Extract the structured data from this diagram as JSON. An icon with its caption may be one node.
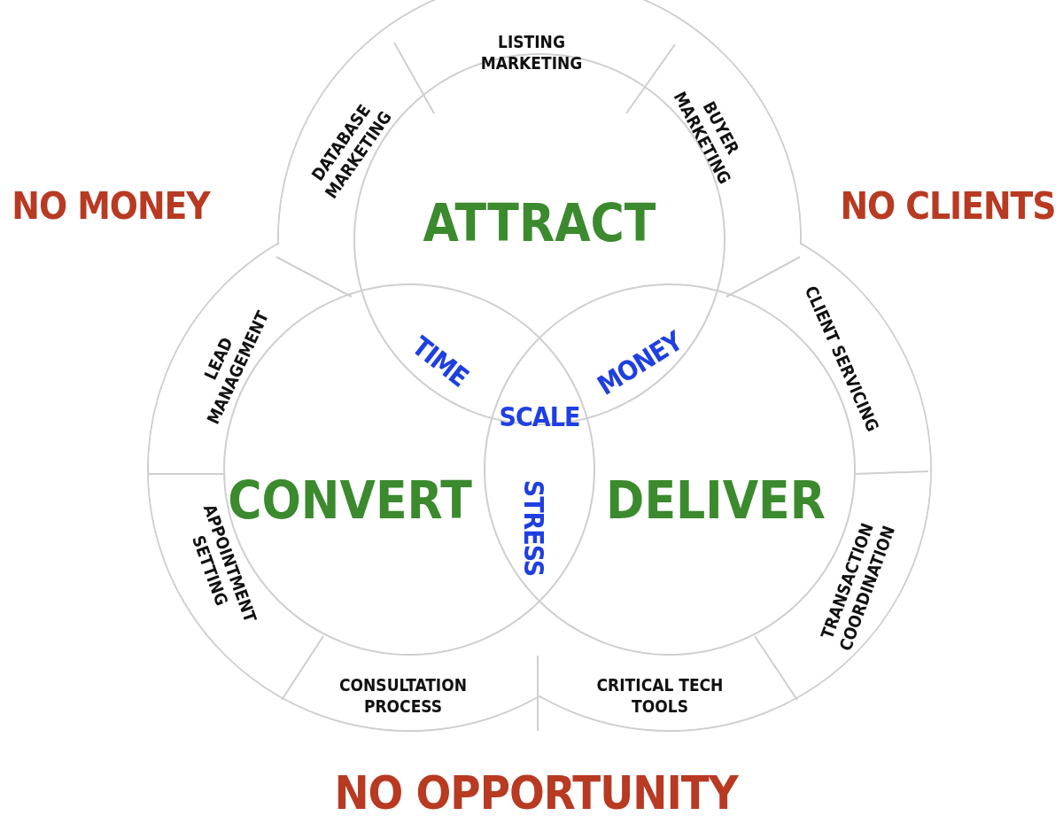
{
  "diagram": {
    "nodes": [
      {
        "text": [
          "ATTRACT"
        ]
      },
      {
        "text": [
          "CONVERT"
        ]
      },
      {
        "text": [
          "DELIVER"
        ]
      },
      {
        "text": [
          "LISTING MARKETING"
        ]
      },
      {
        "text": [
          "BUYER MARKETING"
        ]
      },
      {
        "text": [
          "CLIENT SERVICING"
        ]
      },
      {
        "text": [
          "TRANSACTION COORDINATION"
        ]
      },
      {
        "text": [
          "CRITICAL TECH TOOLS"
        ]
      },
      {
        "text": [
          "CONSULTATION PROCESS"
        ]
      },
      {
        "text": [
          "APPOINTMENT SETTING"
        ]
      },
      {
        "text": [
          "LEAD MANAGEMENT"
        ]
      },
      {
        "text": [
          "DATABASE MARKETING"
        ]
      }
    ],
    "edges": [],
    "labels": [
      "NO MONEY",
      "NO CLIENTS",
      "TIME",
      "MONEY",
      "SCALE",
      "STRESS",
      "NO OPPORTUNITY"
    ]
  }
}
